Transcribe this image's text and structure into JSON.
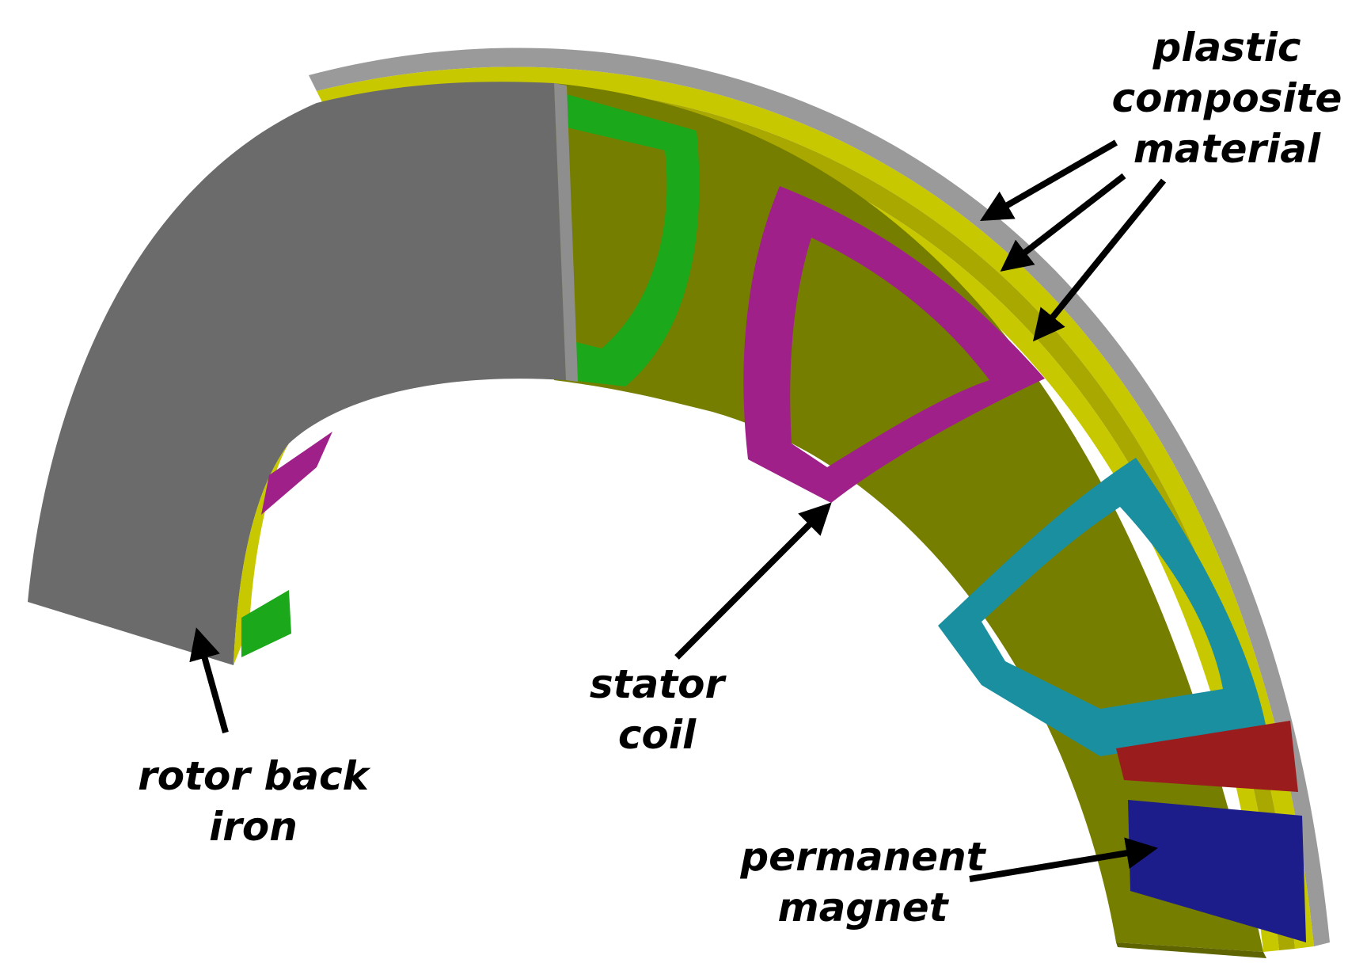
{
  "labels": {
    "plastic": [
      "plastic",
      "composite",
      "material"
    ],
    "stator": [
      "stator",
      "coil"
    ],
    "rotor": [
      "rotor back",
      "iron"
    ],
    "magnet": [
      "permanent",
      "magnet"
    ]
  },
  "colors": {
    "rotor_iron": "#6b6b6b",
    "rotor_iron_edge": "#8e8e8e",
    "composite": "#c8c800",
    "composite_face": "#767e00",
    "composite_rim": "#9a9a9a",
    "coil_green": "#1ba81b",
    "coil_magenta": "#a0208a",
    "coil_cyan": "#1a8fa0",
    "magnet_red": "#9a1c1c",
    "magnet_blue": "#1c1c8a",
    "arrow": "#000000"
  }
}
